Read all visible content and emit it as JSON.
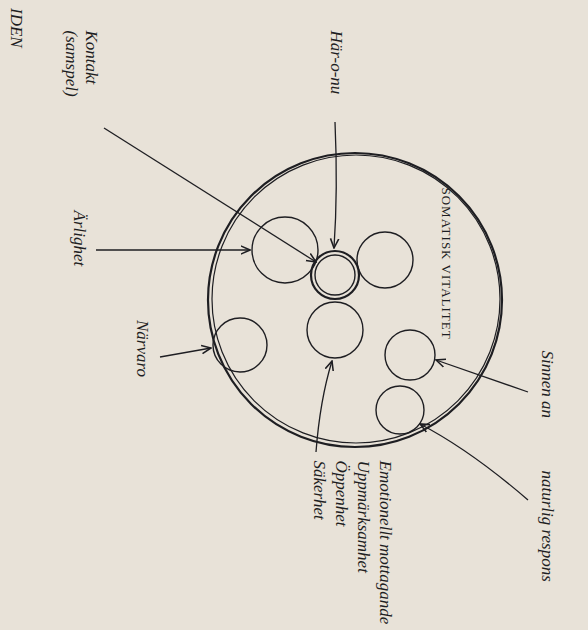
{
  "diagram": {
    "nodes": [
      {
        "text": [
          "SOMATISK VITALITET"
        ]
      }
    ],
    "labels": [
      "IDEN",
      "Kontakt (samspel)",
      "Här-o-nu",
      "Ärlighet",
      "Närvaro",
      "Sinnen an",
      "naturlig respons",
      "Säkerhet",
      "Öppenhet",
      "Uppmärksamhet",
      "Emotionellt mottagande"
    ]
  }
}
